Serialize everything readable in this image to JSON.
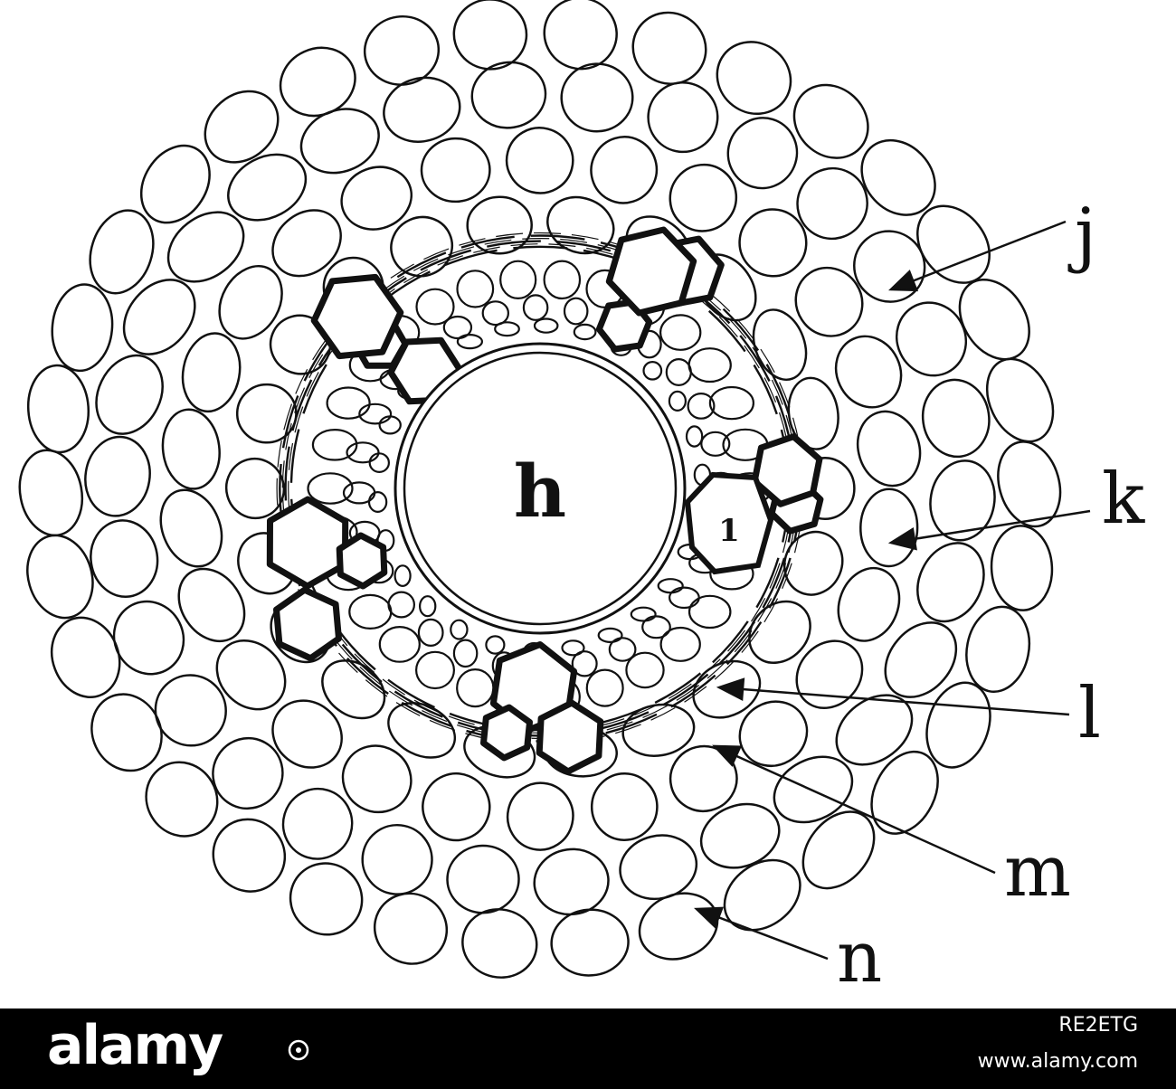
{
  "figure": {
    "center_label": "h",
    "vessel_number": "1",
    "labels": [
      {
        "id": "j",
        "text": "j"
      },
      {
        "id": "k",
        "text": "k"
      },
      {
        "id": "l",
        "text": "l"
      },
      {
        "id": "m",
        "text": "m"
      },
      {
        "id": "n",
        "text": "n"
      }
    ]
  },
  "watermark": {
    "brand": "alamy",
    "image_id": "RE2ETG",
    "url": "www.alamy.com"
  },
  "colors": {
    "ink": "#111111",
    "paper": "#ffffff",
    "footer_bg": "#000000",
    "footer_text": "#ffffff"
  }
}
